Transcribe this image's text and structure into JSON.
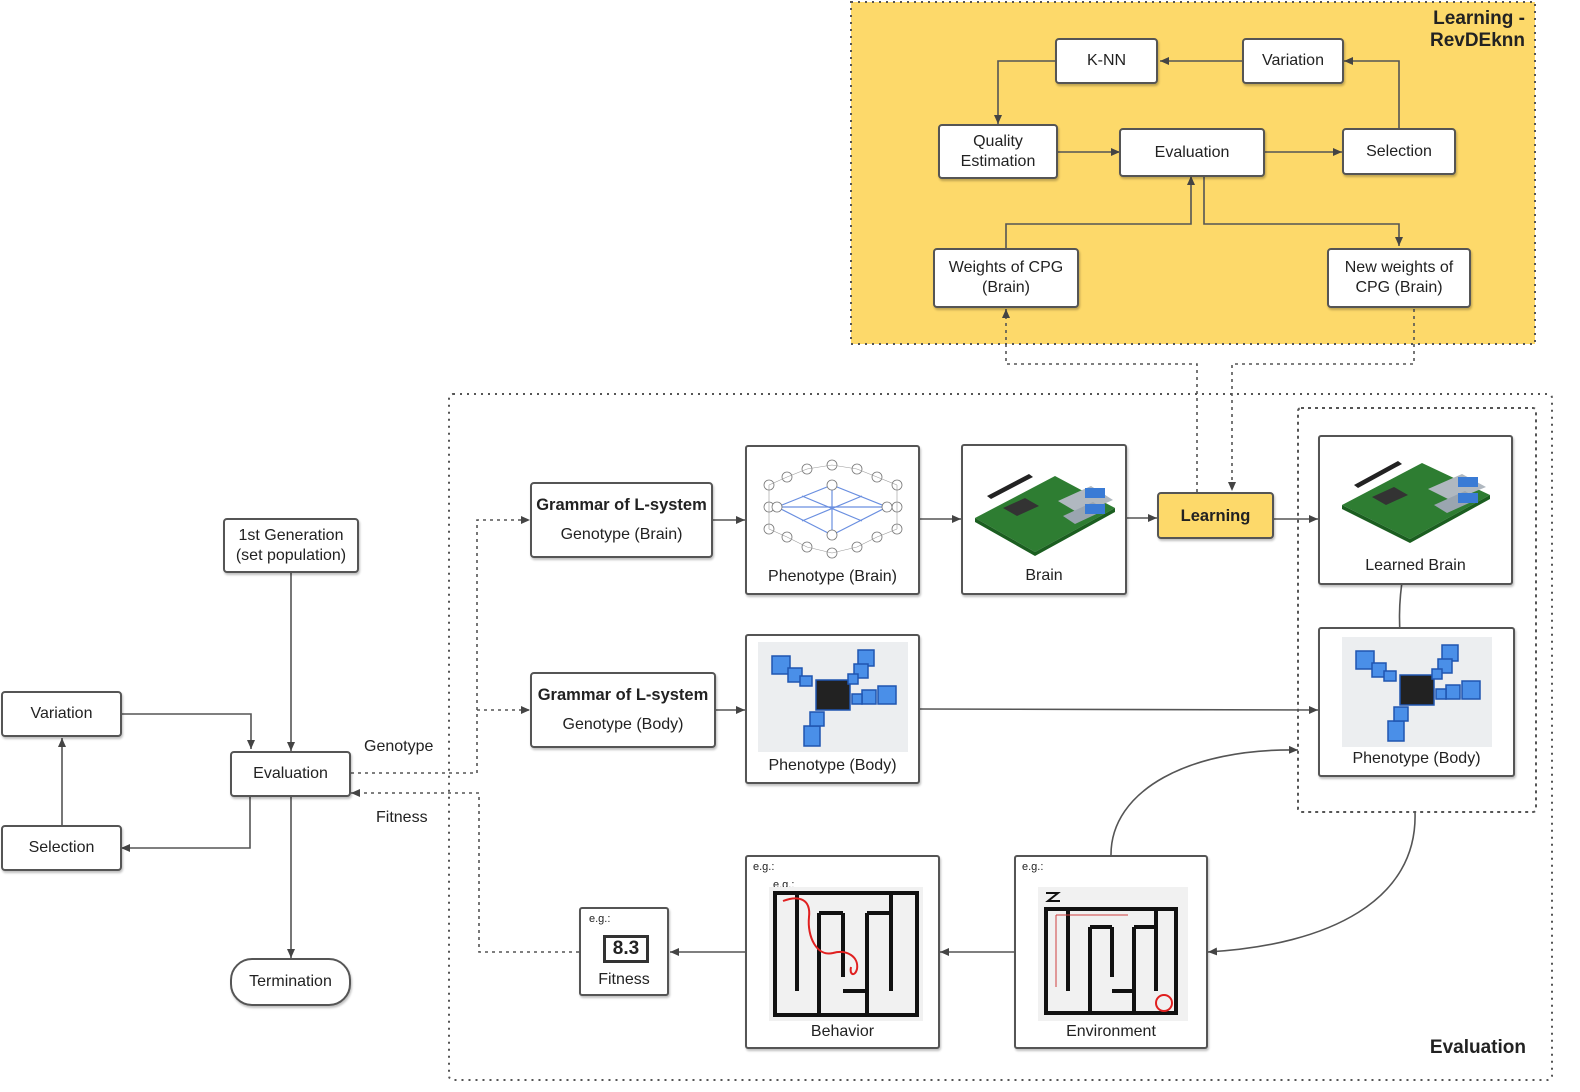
{
  "regions": {
    "learning_title": "Learning -\nRevDEknn",
    "evaluation_title": "Evaluation"
  },
  "learning_loop": {
    "knn": "K-NN",
    "variation": "Variation",
    "quality_estimation": "Quality\nEstimation",
    "evaluation": "Evaluation",
    "selection": "Selection",
    "weights_cpg": "Weights of CPG\n(Brain)",
    "new_weights": "New weights of\nCPG (Brain)"
  },
  "evolution_loop": {
    "first_generation": "1st Generation\n(set population)",
    "variation": "Variation",
    "evaluation": "Evaluation",
    "selection": "Selection",
    "termination": "Termination",
    "genotype_label": "Genotype",
    "fitness_label": "Fitness"
  },
  "pipeline": {
    "grammar_brain_title": "Grammar of L-system",
    "grammar_brain_sub": "Genotype (Brain)",
    "grammar_body_title": "Grammar of L-system",
    "grammar_body_sub": "Genotype (Body)",
    "phenotype_brain": "Phenotype (Brain)",
    "brain": "Brain",
    "learning": "Learning",
    "learned_brain": "Learned Brain",
    "phenotype_body_1": "Phenotype (Body)",
    "phenotype_body_2": "Phenotype (Body)",
    "environment": "Environment",
    "behavior": "Behavior",
    "fitness": "Fitness",
    "fitness_value": "8.3",
    "eg": "e.g.:"
  },
  "colors": {
    "learning_region": "#fdd96a",
    "line": "#555555",
    "robot_blue": "#3a7bd5",
    "board_green": "#2e7d32",
    "maze_line": "#111111",
    "path_red": "#e02020"
  }
}
